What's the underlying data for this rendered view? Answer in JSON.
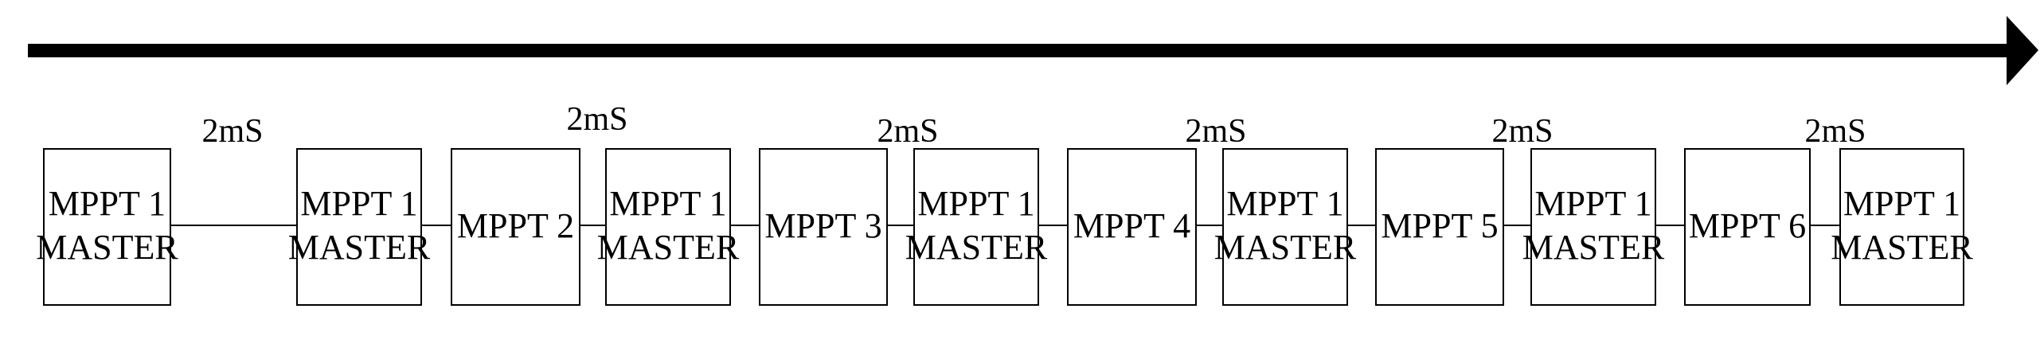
{
  "diagram": {
    "colors": {
      "stroke": "#000000",
      "background": "#ffffff"
    },
    "blocks": [
      {
        "line1": "MPPT 1",
        "line2": "MASTER"
      },
      {
        "line1": "MPPT 1",
        "line2": "MASTER"
      },
      {
        "line1": "MPPT 2",
        "line2": ""
      },
      {
        "line1": "MPPT 1",
        "line2": "MASTER"
      },
      {
        "line1": "MPPT 3",
        "line2": ""
      },
      {
        "line1": "MPPT 1",
        "line2": "MASTER"
      },
      {
        "line1": "MPPT 4",
        "line2": ""
      },
      {
        "line1": "MPPT 1",
        "line2": "MASTER"
      },
      {
        "line1": "MPPT 5",
        "line2": ""
      },
      {
        "line1": "MPPT 1",
        "line2": "MASTER"
      },
      {
        "line1": "MPPT 6",
        "line2": ""
      },
      {
        "line1": "MPPT 1",
        "line2": "MASTER"
      }
    ],
    "intervals": [
      "2mS",
      "2mS",
      "2mS",
      "2mS",
      "2mS",
      "2mS"
    ]
  }
}
